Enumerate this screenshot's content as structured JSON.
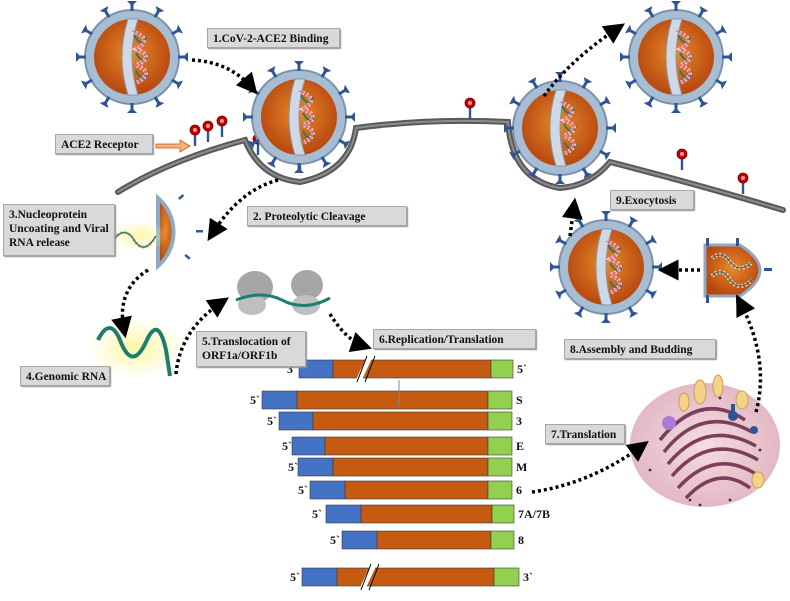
{
  "steps": {
    "s1": "1.CoV-2-ACE2 Binding",
    "s2": "2. Proteolytic Cleavage",
    "s3": "3.Nucleoprotein Uncoating and Viral RNA release",
    "s4": "4.Genomic RNA",
    "s5": "5.Translocation of ORF1a/ORF1b",
    "s6": "6.Replication/Translation",
    "s7": "7.Translation",
    "s8": "8.Assembly and Budding",
    "s9": "9.Exocytosis"
  },
  "receptor_label": "ACE2 Receptor",
  "rna_rows": [
    {
      "left": "3`",
      "right": "5`"
    },
    {
      "left": "5`",
      "right": "S"
    },
    {
      "left": "5`",
      "right": "3"
    },
    {
      "left": "5`",
      "right": "E"
    },
    {
      "left": "5`",
      "right": "M"
    },
    {
      "left": "5`",
      "right": "6"
    },
    {
      "left": "5`",
      "right": "7A/7B"
    },
    {
      "left": "5`",
      "right": "8"
    },
    {
      "left": "5`",
      "right": "3`"
    }
  ],
  "colors": {
    "orf_blue": "#4472c4",
    "orf_orange": "#c55a11",
    "orf_green": "#92d050",
    "capsid": "#c55a11",
    "envelope": "#8da9c4",
    "spike": "#2f5597",
    "membrane": "#595959",
    "label_bg": "#d9d9d9"
  }
}
